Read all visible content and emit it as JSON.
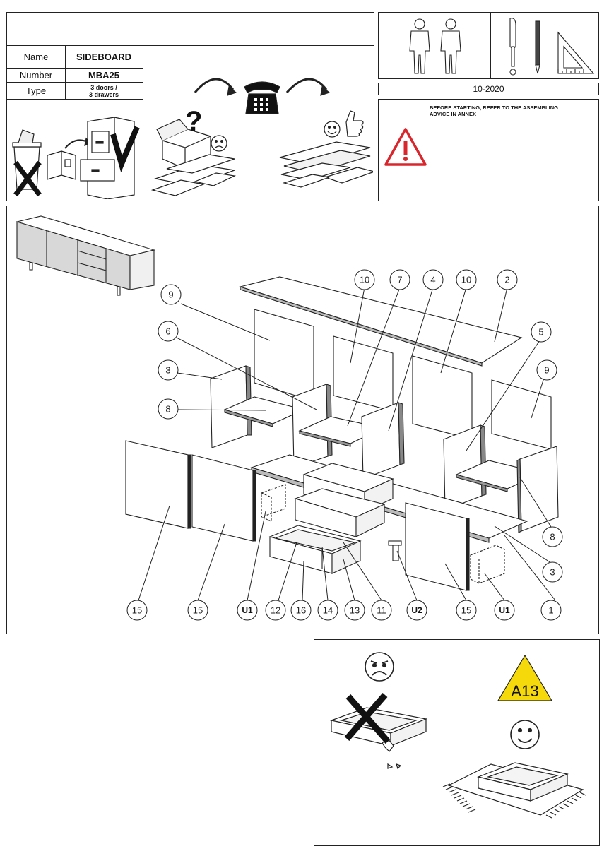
{
  "header": {
    "name_label": "Name",
    "name_value": "SIDEBOARD",
    "number_label": "Number",
    "number_value": "MBA25",
    "type_label": "Type",
    "type_value_line1": "3 doors /",
    "type_value_line2": "3 drawers"
  },
  "info": {
    "date": "10-2020",
    "advice_line1": "BEFORE STARTING, REFER TO THE ASSEMBLING",
    "advice_line2": "ADVICE IN ANNEX"
  },
  "callouts": {
    "c1": "1",
    "c2": "2",
    "c3": "3",
    "c4": "4",
    "c5": "5",
    "c6": "6",
    "c7": "7",
    "c8": "8",
    "c9": "9",
    "c10": "10",
    "c11": "11",
    "c12": "12",
    "c13": "13",
    "c14": "14",
    "c15": "15",
    "c16": "16",
    "u1": "U1",
    "u2": "U2"
  },
  "warning": {
    "code": "A13"
  },
  "colors": {
    "warning_red": "#d9262c",
    "warning_yellow": "#f5d90a",
    "panel_gray": "#d8d8d8",
    "line": "#222222"
  }
}
